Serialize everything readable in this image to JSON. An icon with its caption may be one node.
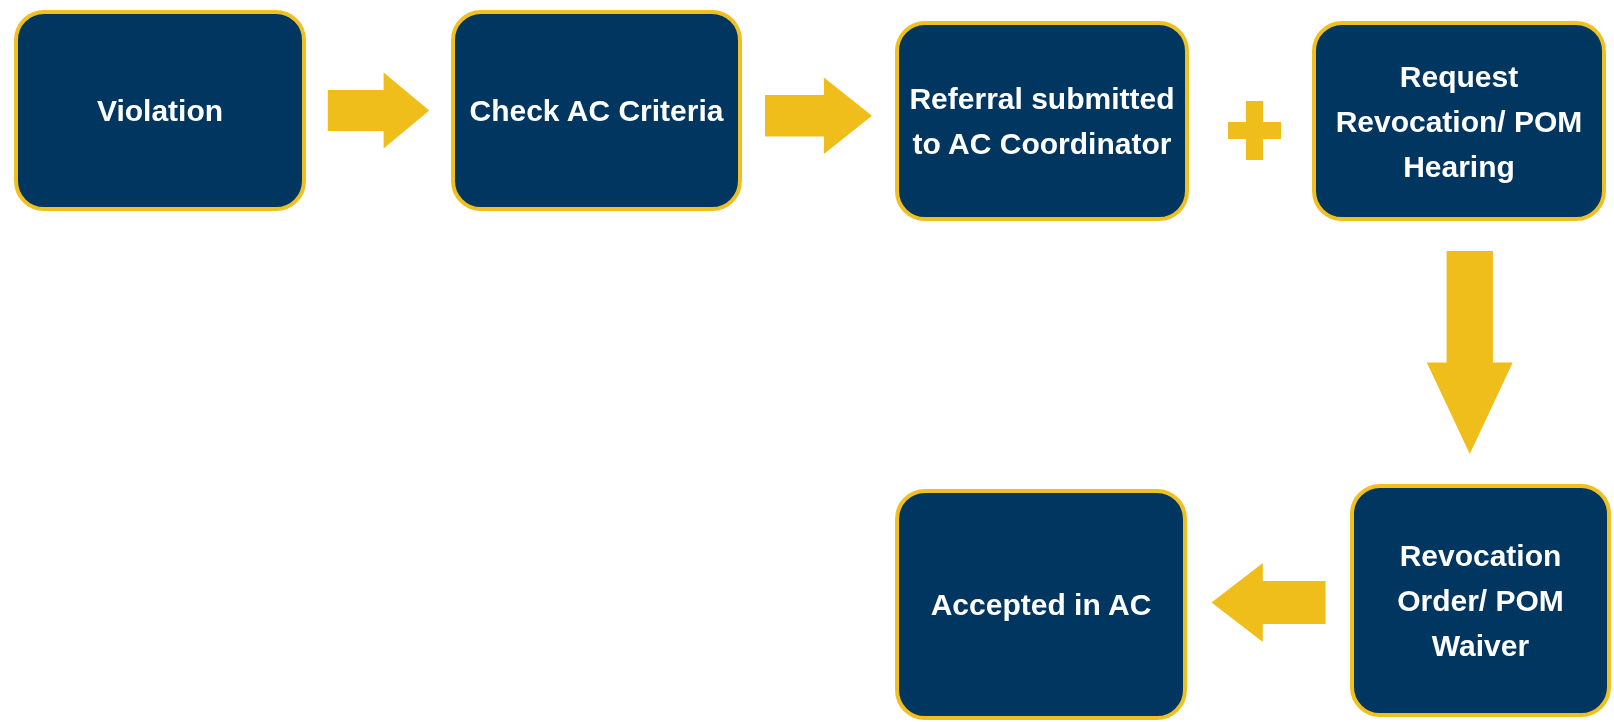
{
  "diagram": {
    "nodes": [
      {
        "text": [
          "Violation"
        ]
      },
      {
        "text": [
          "Check AC Criteria"
        ]
      },
      {
        "text": [
          "Referral submitted to AC Coordinator"
        ]
      },
      {
        "text": [
          "Request Revocation/ POM Hearing"
        ]
      },
      {
        "text": [
          "Revocation Order/ POM Waiver"
        ]
      },
      {
        "text": [
          "Accepted in AC"
        ]
      }
    ],
    "edges": [
      {
        "from": 0,
        "to": 1,
        "arrow": "to"
      },
      {
        "from": 1,
        "to": 2,
        "arrow": "to"
      },
      {
        "from": 3,
        "to": 4,
        "arrow": "to"
      },
      {
        "from": 4,
        "to": 5,
        "arrow": "to"
      }
    ]
  }
}
